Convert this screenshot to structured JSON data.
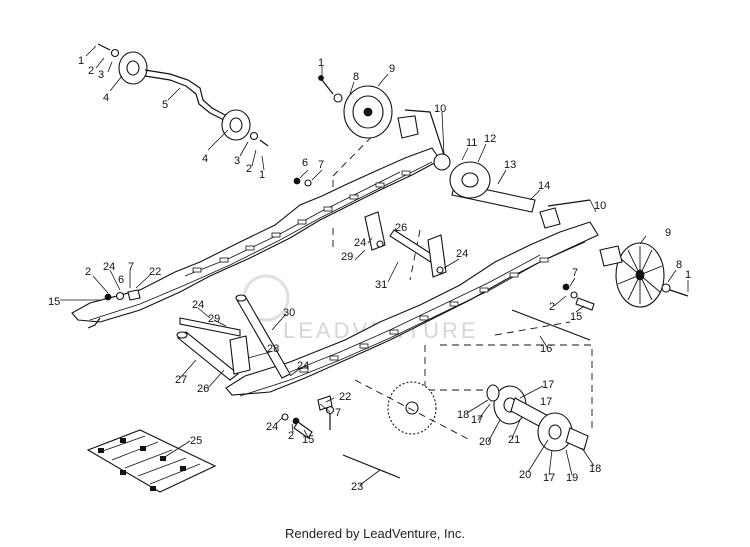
{
  "diagram": {
    "callouts": [
      {
        "id": "c1",
        "label": "1"
      },
      {
        "id": "c2",
        "label": "2"
      },
      {
        "id": "c3",
        "label": "3"
      },
      {
        "id": "c4",
        "label": "4"
      },
      {
        "id": "c5",
        "label": "5"
      },
      {
        "id": "c6",
        "label": "4"
      },
      {
        "id": "c7",
        "label": "3"
      },
      {
        "id": "c8",
        "label": "2"
      },
      {
        "id": "c9",
        "label": "1"
      },
      {
        "id": "c10",
        "label": "1"
      },
      {
        "id": "c11",
        "label": "8"
      },
      {
        "id": "c12",
        "label": "9"
      },
      {
        "id": "c13",
        "label": "10"
      },
      {
        "id": "c14",
        "label": "11"
      },
      {
        "id": "c15",
        "label": "12"
      },
      {
        "id": "c16",
        "label": "13"
      },
      {
        "id": "c17",
        "label": "14"
      },
      {
        "id": "c18",
        "label": "10"
      },
      {
        "id": "c19",
        "label": "6"
      },
      {
        "id": "c20",
        "label": "7"
      },
      {
        "id": "c21",
        "label": "26"
      },
      {
        "id": "c22",
        "label": "24"
      },
      {
        "id": "c23",
        "label": "29"
      },
      {
        "id": "c24",
        "label": "24"
      },
      {
        "id": "c25",
        "label": "31"
      },
      {
        "id": "c26",
        "label": "9"
      },
      {
        "id": "c27",
        "label": "8"
      },
      {
        "id": "c28",
        "label": "1"
      },
      {
        "id": "c29",
        "label": "7"
      },
      {
        "id": "c30",
        "label": "2"
      },
      {
        "id": "c31",
        "label": "15"
      },
      {
        "id": "c32",
        "label": "16"
      },
      {
        "id": "c33",
        "label": "2"
      },
      {
        "id": "c34",
        "label": "24"
      },
      {
        "id": "c35",
        "label": "6"
      },
      {
        "id": "c36",
        "label": "7"
      },
      {
        "id": "c37",
        "label": "22"
      },
      {
        "id": "c38",
        "label": "15"
      },
      {
        "id": "c39",
        "label": "24"
      },
      {
        "id": "c40",
        "label": "29"
      },
      {
        "id": "c41",
        "label": "30"
      },
      {
        "id": "c42",
        "label": "28"
      },
      {
        "id": "c43",
        "label": "27"
      },
      {
        "id": "c44",
        "label": "26"
      },
      {
        "id": "c45",
        "label": "24"
      },
      {
        "id": "c46",
        "label": "22"
      },
      {
        "id": "c47",
        "label": "7"
      },
      {
        "id": "c48",
        "label": "24"
      },
      {
        "id": "c49",
        "label": "2"
      },
      {
        "id": "c50",
        "label": "15"
      },
      {
        "id": "c51",
        "label": "25"
      },
      {
        "id": "c52",
        "label": "23"
      },
      {
        "id": "c53",
        "label": "17"
      },
      {
        "id": "c54",
        "label": "18"
      },
      {
        "id": "c55",
        "label": "17"
      },
      {
        "id": "c56",
        "label": "20"
      },
      {
        "id": "c57",
        "label": "21"
      },
      {
        "id": "c58",
        "label": "17"
      },
      {
        "id": "c59",
        "label": "20"
      },
      {
        "id": "c60",
        "label": "17"
      },
      {
        "id": "c61",
        "label": "19"
      },
      {
        "id": "c62",
        "label": "18"
      }
    ],
    "watermark": "LEADVENTURE"
  },
  "footer": {
    "text": "Rendered by LeadVenture, Inc."
  }
}
